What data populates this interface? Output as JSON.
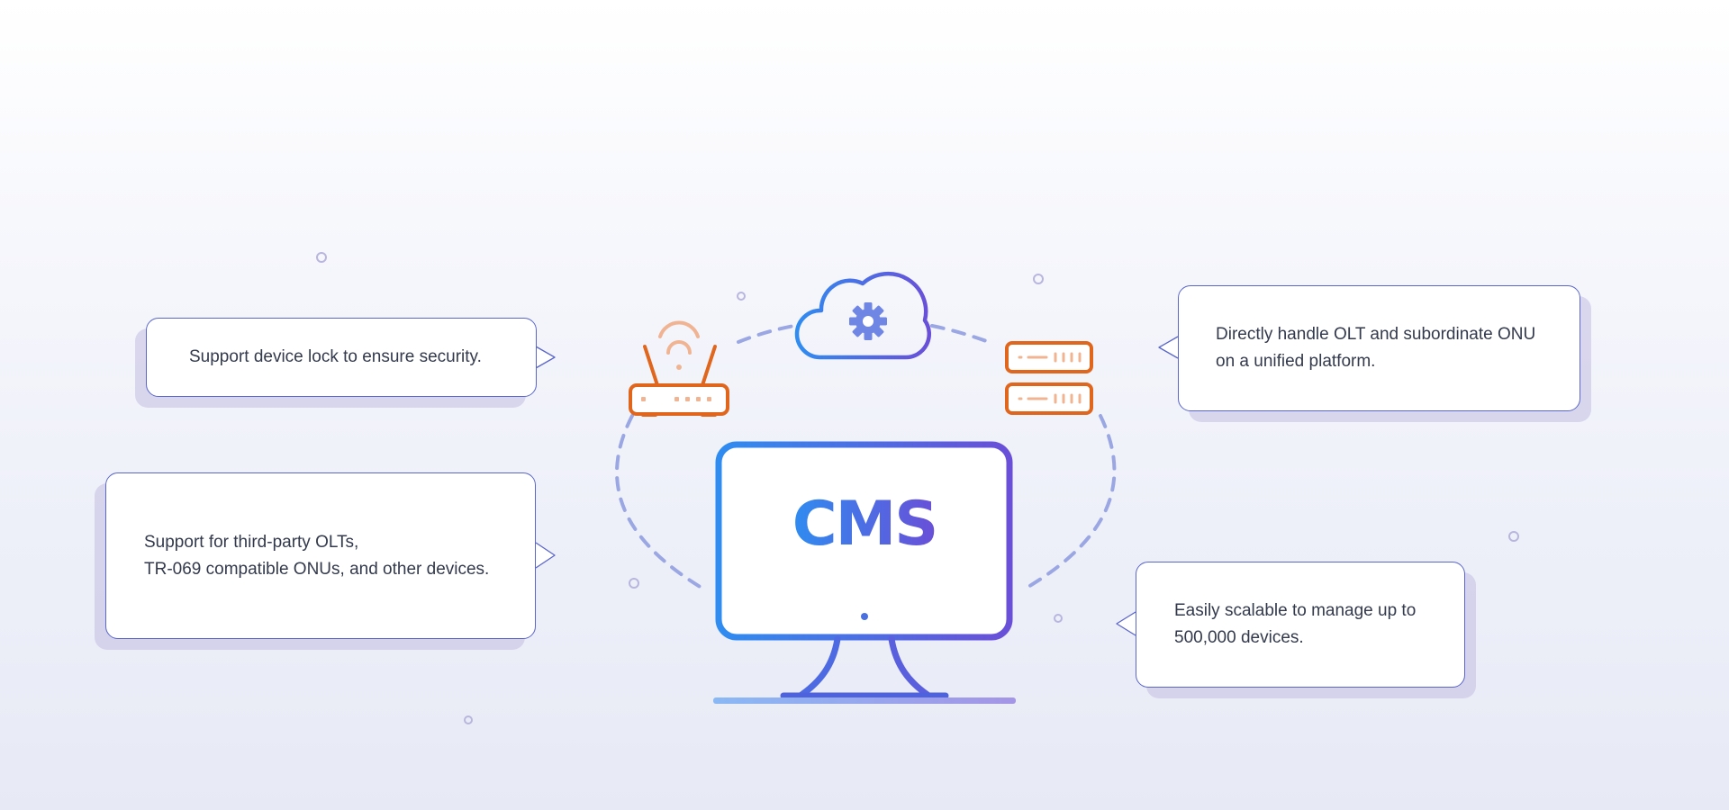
{
  "callouts": [
    {
      "id": "device-lock",
      "text": "Support device lock to ensure security."
    },
    {
      "id": "third-party",
      "text": "Support for third-party OLTs,\nTR-069 compatible ONUs, and other devices."
    },
    {
      "id": "unified-platform",
      "text": "Directly handle OLT and subordinate ONU\non a unified platform."
    },
    {
      "id": "scalable",
      "text": "Easily scalable to manage up to\n500,000 devices."
    }
  ],
  "monitor": {
    "label": "CMS"
  },
  "icons": [
    "router-icon",
    "cloud-gear-icon",
    "server-stack-icon",
    "monitor-icon"
  ],
  "colors": {
    "accent_blue": "#2f8cf0",
    "accent_purple": "#6a4fd8",
    "orange": "#e0661e",
    "dash": "#9aa7e3",
    "border": "#5a66c9"
  }
}
